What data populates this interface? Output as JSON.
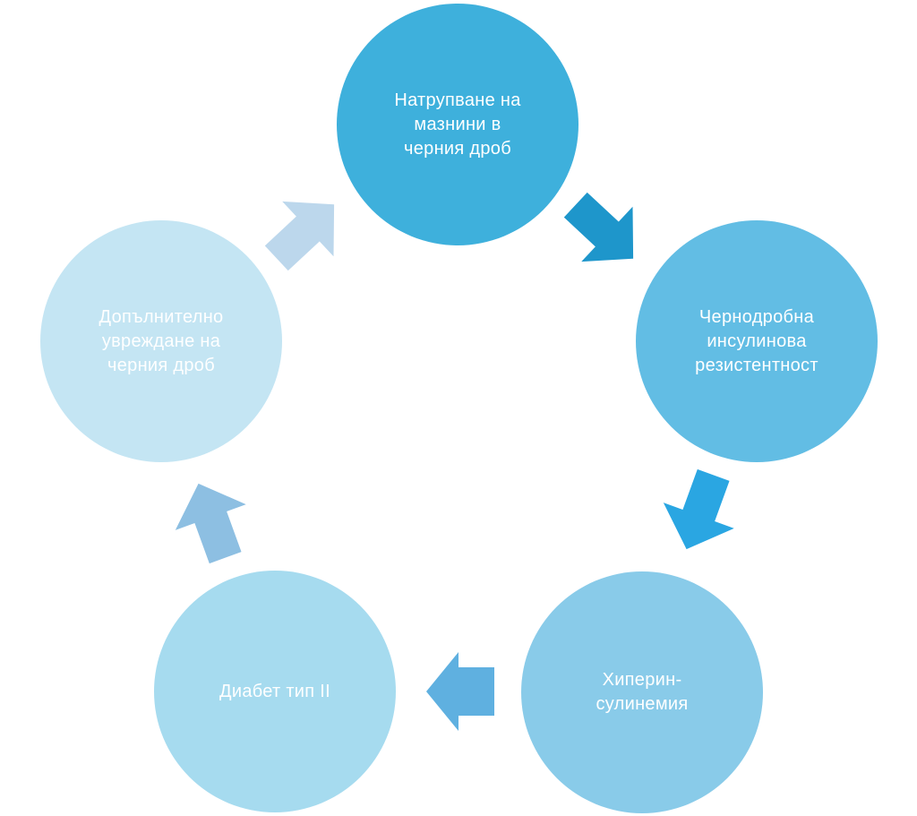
{
  "nodes": [
    {
      "id": "n1",
      "label": "Натрупване на\nмазнини в\nчерния дроб",
      "color": "#3eb0dc"
    },
    {
      "id": "n2",
      "label": "Чернодробна\nинсулинова\nрезистентност",
      "color": "#62bde4"
    },
    {
      "id": "n3",
      "label": "Хиперин-\nсулинемия",
      "color": "#89cbe9"
    },
    {
      "id": "n4",
      "label": "Диабет тип II",
      "color": "#a6dbef"
    },
    {
      "id": "n5",
      "label": "Допълнително\nувреждане на\nчерния дроб",
      "color": "#c4e5f3"
    }
  ],
  "arrows": [
    {
      "from": "n1",
      "to": "n2",
      "color": "#1e96cb"
    },
    {
      "from": "n2",
      "to": "n3",
      "color": "#2aa6e2"
    },
    {
      "from": "n3",
      "to": "n4",
      "color": "#5fb0e0"
    },
    {
      "from": "n4",
      "to": "n5",
      "color": "#8dbfe2"
    },
    {
      "from": "n5",
      "to": "n1",
      "color": "#bcd7ec"
    }
  ]
}
